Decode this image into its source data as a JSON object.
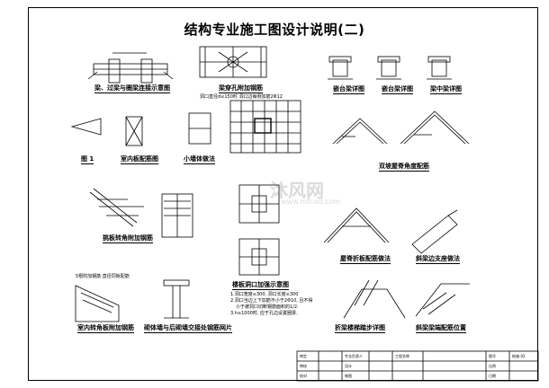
{
  "title": "结构专业施工图设计说明(二)",
  "watermark": {
    "text": "沐风网",
    "url": "www.mfcad.com"
  },
  "captions": {
    "beam_support": "梁、过梁与圈梁连接示意图",
    "opening_rebar": "梁穿孔附加钢筋",
    "step_a": "嵌台梁详图",
    "step_b": "嵌台梁详图",
    "step_c": "梁中梁详图",
    "fig1": "图 1",
    "corner_plate": "室内板配筋图",
    "small_wall": "小墙体做法",
    "cantilever": "挑板转角附加钢筋",
    "double_slope": "双坡屋脊角度配筋",
    "infill_wall": "砌体墙与后砌墙交接处钢筋网片",
    "slab_opening": "楼板洞口加强示意图",
    "roof_beam": "屋脊折板配筋做法",
    "slope_eave": "斜梁边支座做法",
    "inclined_beam": "折梁楼梯踏步详图",
    "inclined_column": "斜梁梁端配筋位置",
    "indoor_corner": "室内转角板附加钢筋"
  },
  "notes": {
    "opening_note": "洞口直径d≤150时 洞口边每侧加筋2Φ12",
    "slab_note_1": "1.洞口宽度≤300, 洞口长度≤300",
    "slab_note_2": "2.洞口当边上下加筋不小于2Φ10, 且不得",
    "slab_note_3": "小于被洞口切断钢筋面积的1/2.",
    "slab_note_4": "3.h≥1000时, 应于孔边设置圈梁.",
    "indoor_note": "5根附加钢筋 直径同板配筋"
  },
  "title_block": {
    "rows": [
      [
        "审定",
        "",
        "专业负责人",
        "",
        "工程名称",
        "",
        "图号",
        "结施-02"
      ],
      [
        "审核",
        "",
        "设计",
        "",
        "",
        "",
        "比例",
        ""
      ],
      [
        "校对",
        "",
        "制图",
        "",
        "",
        "",
        "日期",
        ""
      ]
    ]
  }
}
